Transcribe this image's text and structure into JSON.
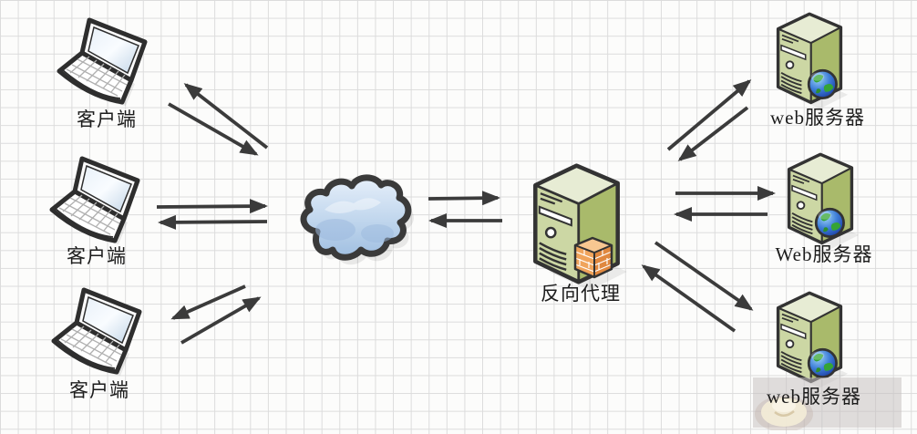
{
  "diagram": {
    "clients": [
      {
        "label": "客户端"
      },
      {
        "label": "客户端"
      },
      {
        "label": "客户端"
      }
    ],
    "proxy": {
      "label": "反向代理"
    },
    "web_servers": [
      {
        "label": "web服务器"
      },
      {
        "label": "Web服务器"
      },
      {
        "label": "web服务器"
      }
    ],
    "edges": [
      {
        "from": "client-1",
        "to": "cloud"
      },
      {
        "from": "cloud",
        "to": "client-1"
      },
      {
        "from": "client-2",
        "to": "cloud"
      },
      {
        "from": "cloud",
        "to": "client-2"
      },
      {
        "from": "client-3",
        "to": "cloud"
      },
      {
        "from": "cloud",
        "to": "client-3"
      },
      {
        "from": "cloud",
        "to": "proxy"
      },
      {
        "from": "proxy",
        "to": "cloud"
      },
      {
        "from": "proxy",
        "to": "web-server-1"
      },
      {
        "from": "web-server-1",
        "to": "proxy"
      },
      {
        "from": "proxy",
        "to": "web-server-2"
      },
      {
        "from": "web-server-2",
        "to": "proxy"
      },
      {
        "from": "proxy",
        "to": "web-server-3"
      },
      {
        "from": "web-server-3",
        "to": "proxy"
      }
    ]
  },
  "colors": {
    "arrow": "#3b3b3b",
    "server_front": "#ccd7a4",
    "server_side": "#a9ba6b",
    "server_top": "#e7ecd4",
    "cloud_fill": "#bfd5ec",
    "firewall_orange": "#f0a45c",
    "grid_line": "#dcdcdc",
    "background": "#fcfcfb",
    "label_text": "#1c1c1c"
  }
}
